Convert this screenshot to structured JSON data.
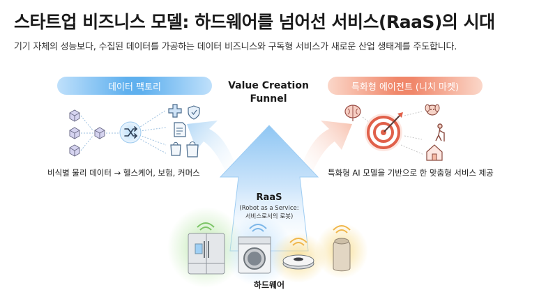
{
  "title": "스타트업 비즈니스 모델: 하드웨어를 넘어선 서비스(RaaS)의 시대",
  "subtitle": "기기 자체의 성능보다, 수집된 데이터를 가공하는 데이터 비즈니스와 구독형 서비스가 새로운 산업 생태계를 주도합니다.",
  "left": {
    "pill_label": "데이터 팩토리",
    "caption": "비식별 물리 데이터 → 헬스케어, 보험, 커머스",
    "icons": [
      "data-cube-icon",
      "shuffle-icon",
      "medical-cross-icon",
      "shield-icon",
      "document-icon",
      "shopping-bag-icon"
    ]
  },
  "center": {
    "funnel_label": "Value Creation\nFunnel",
    "raas_title": "RaaS",
    "raas_subtitle": "(Robot as a Service:\n서비스로서의 로봇)",
    "hardware_label": "하드웨어",
    "devices": [
      "refrigerator-icon",
      "washing-machine-icon",
      "robot-vacuum-icon",
      "smart-speaker-icon"
    ]
  },
  "right": {
    "pill_label": "특화형 에이전트 (니치 마켓)",
    "caption": "특화형 AI 모델을 기반으로 한 맞춤형 서비스 제공",
    "icons": [
      "brain-icon",
      "target-icon",
      "dog-icon",
      "elderly-icon",
      "house-icon"
    ]
  },
  "colors": {
    "blue": "#5fb0ee",
    "coral": "#f0876a",
    "green_glow": "#b8e6a8",
    "yellow_glow": "#f7dc8c"
  }
}
